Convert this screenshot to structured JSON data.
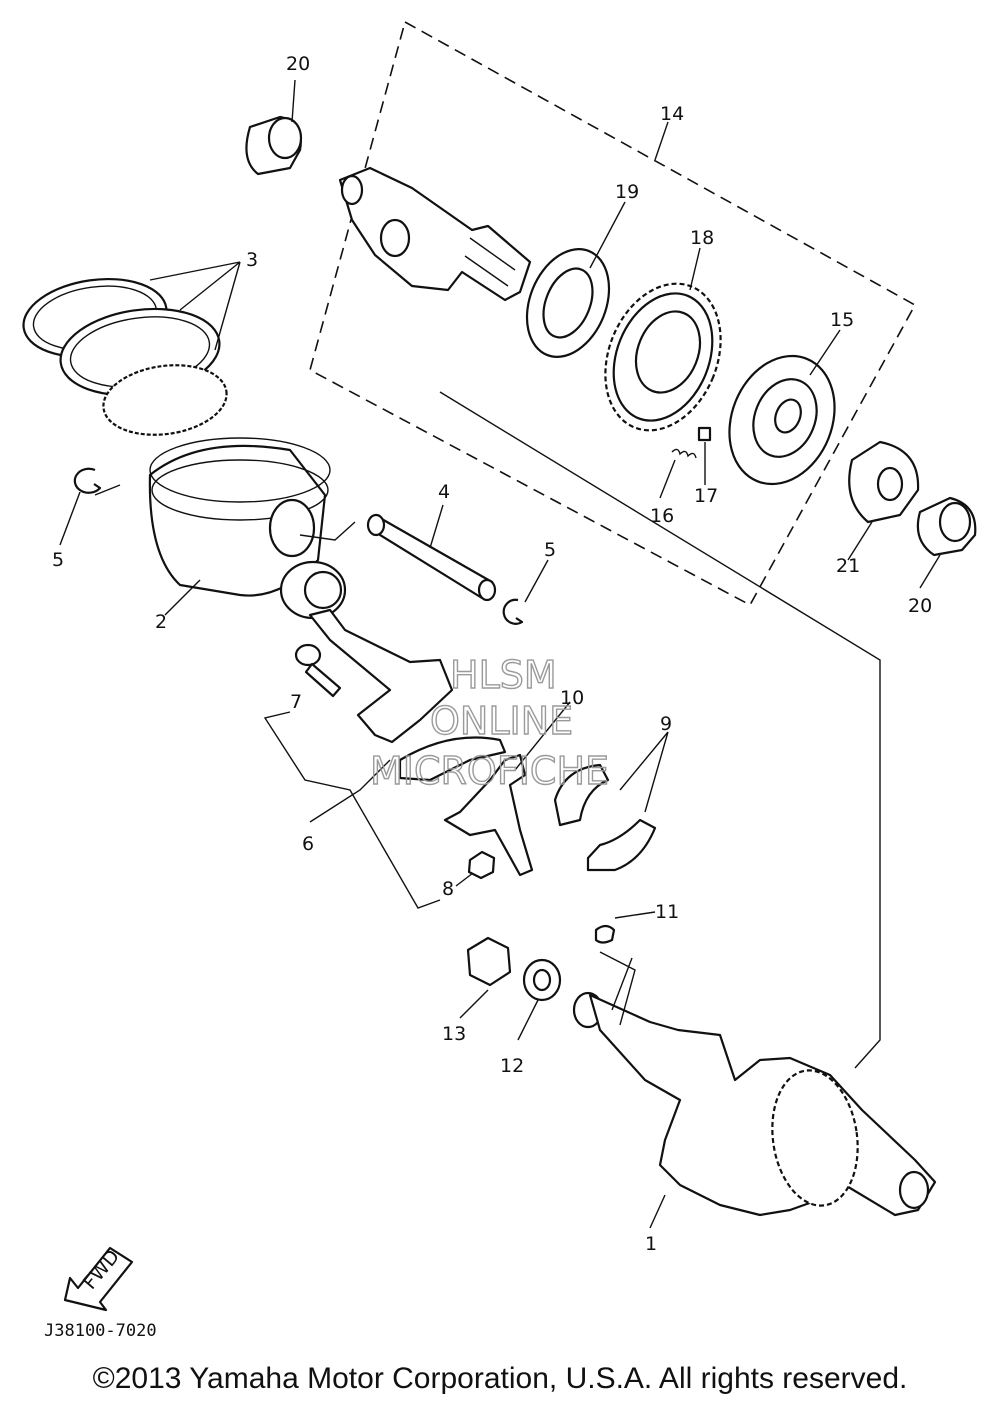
{
  "labels": {
    "p1": "1",
    "p2": "2",
    "p3": "3",
    "p4": "4",
    "p5a": "5",
    "p5b": "5",
    "p6": "6",
    "p7": "7",
    "p8": "8",
    "p9": "9",
    "p10": "10",
    "p11": "11",
    "p12": "12",
    "p13": "13",
    "p14": "14",
    "p15": "15",
    "p16": "16",
    "p17": "17",
    "p18": "18",
    "p19": "19",
    "p20a": "20",
    "p20b": "20",
    "p21": "21"
  },
  "fwd_label": "FWD",
  "diagram_code": "J38100-7020",
  "watermark": {
    "line1": "HLSM",
    "line2": "ONLINE",
    "line3": "MICROFICHE"
  },
  "copyright": "©2013 Yamaha Motor Corporation, U.S.A. All rights reserved."
}
